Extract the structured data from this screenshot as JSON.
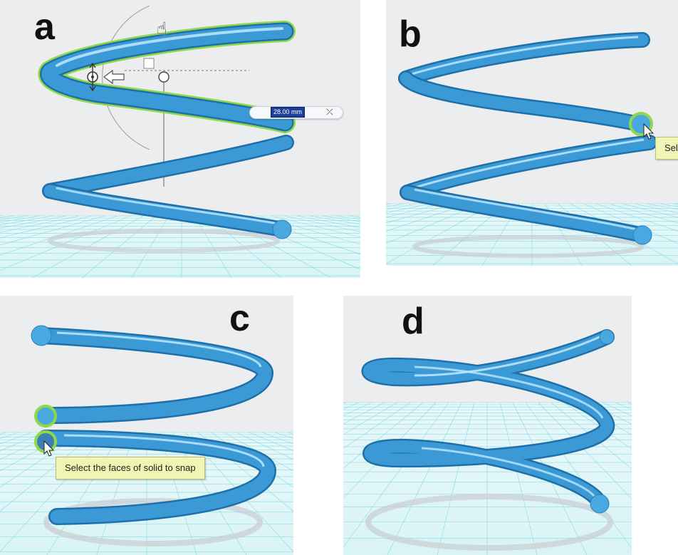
{
  "panels": [
    {
      "id": "a",
      "label": "a"
    },
    {
      "id": "b",
      "label": "b"
    },
    {
      "id": "c",
      "label": "c"
    },
    {
      "id": "d",
      "label": "d"
    }
  ],
  "panel_a": {
    "dimension_value": "28.00 mm",
    "snap_icon": "snap-icon",
    "hand_icon": "hand-cursor-icon"
  },
  "panel_b": {
    "tooltip_text": "Sel"
  },
  "panel_c": {
    "tooltip_text": "Select the faces of solid to snap"
  },
  "colors": {
    "background": "#ebedef",
    "grid": "#6ed6de",
    "grid_fill": "#dff6f8",
    "coil": "#3b9ad6",
    "coil_dark": "#1f6fa8",
    "coil_highlight": "#bfe7ff",
    "selection": "#8fd84a",
    "tooltip_bg": "#f0f5b4"
  }
}
